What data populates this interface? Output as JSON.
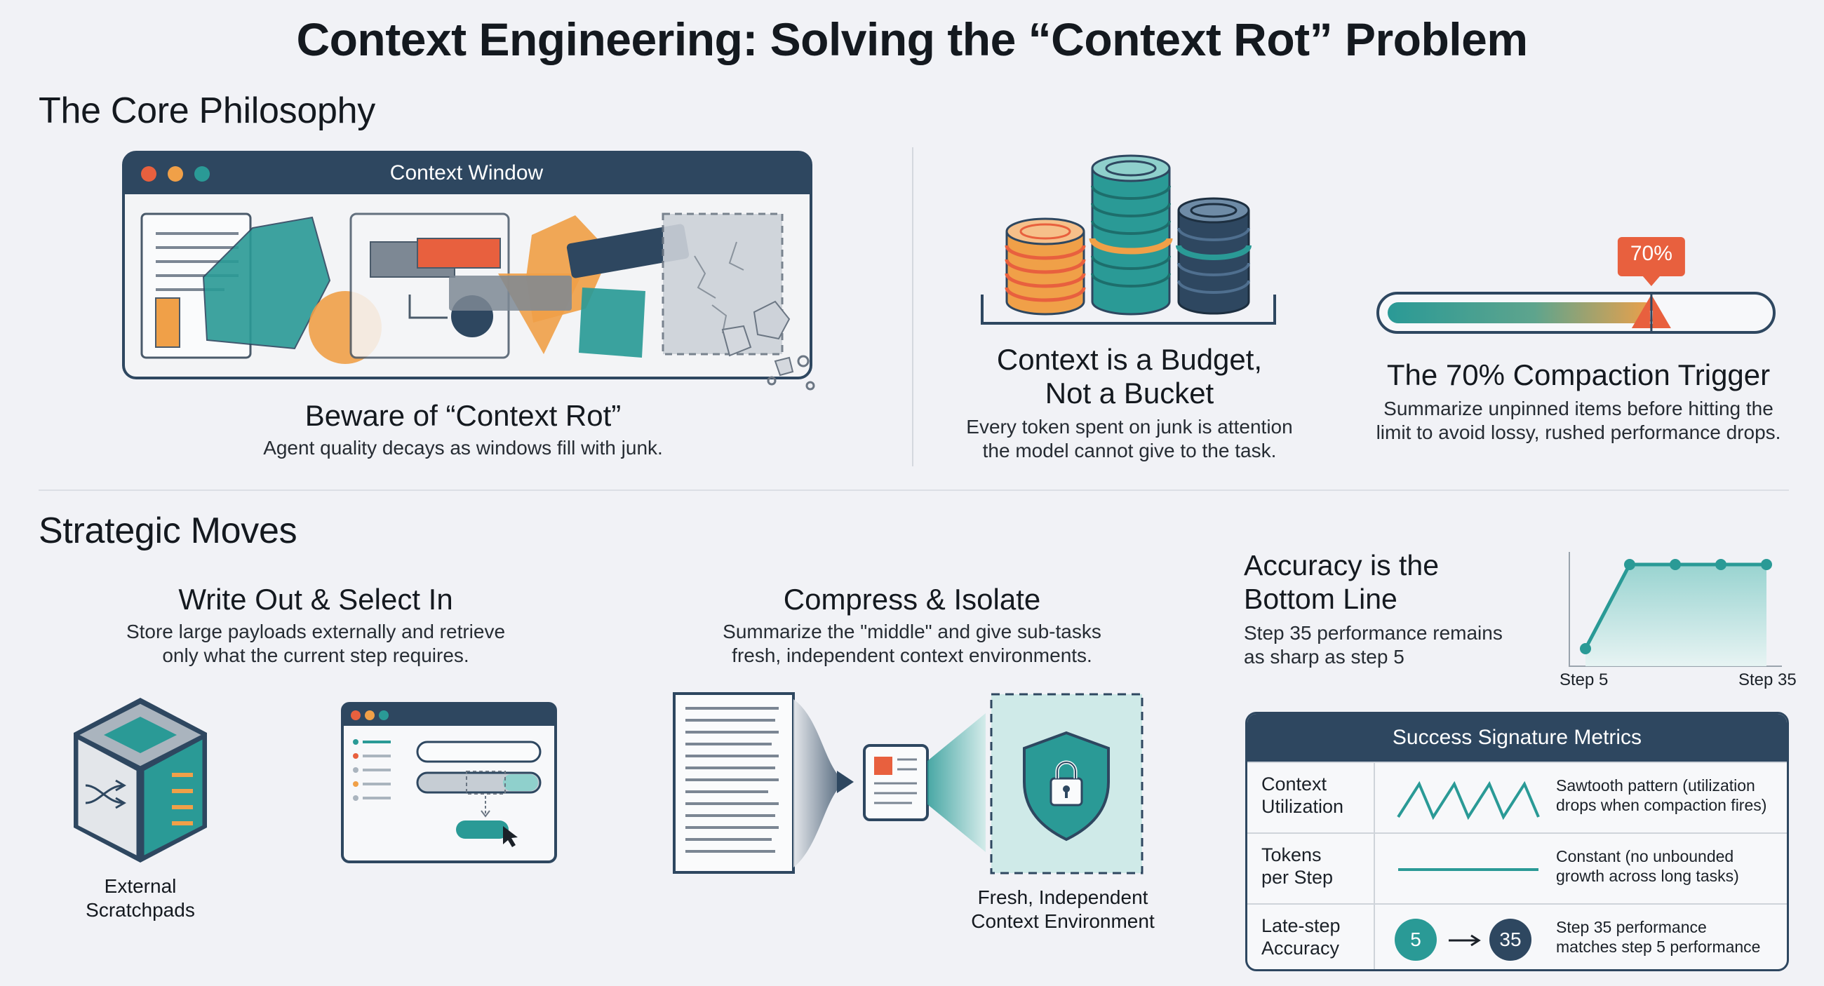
{
  "title": "Context Engineering: Solving the “Context Rot” Problem",
  "core": {
    "heading": "The Core Philosophy",
    "window": {
      "title": "Context Window",
      "caption": "Beware of “Context Rot”",
      "text": "Agent quality decays as windows fill with junk."
    },
    "budget": {
      "caption_line1": "Context is a Budget,",
      "caption_line2": "Not a Bucket",
      "text_line1": "Every token spent on junk is attention",
      "text_line2": "the model cannot give to the task."
    },
    "trigger": {
      "badge": "70%",
      "fill_fraction": 0.7,
      "caption": "The 70% Compaction Trigger",
      "text_line1": "Summarize unpinned items before hitting the",
      "text_line2": "limit to avoid lossy, rushed performance drops."
    }
  },
  "moves": {
    "heading": "Strategic Moves",
    "write": {
      "caption": "Write Out & Select In",
      "text_line1": "Store large payloads externally and retrieve",
      "text_line2": "only what the current step requires.",
      "scratch_line1": "External",
      "scratch_line2": "Scratchpads"
    },
    "compress": {
      "caption": "Compress & Isolate",
      "text_line1": "Summarize the \"middle\" and give sub-tasks",
      "text_line2": "fresh, independent context environments.",
      "env_line1": "Fresh, Independent",
      "env_line2": "Context Environment"
    },
    "accuracy": {
      "caption_line1": "Accuracy is the",
      "caption_line2": "Bottom Line",
      "text_line1": "Step 35 performance remains",
      "text_line2": "as sharp as step 5",
      "x_start": "Step 5",
      "x_end": "Step 35"
    },
    "metrics": {
      "title": "Success Signature Metrics",
      "rows": [
        {
          "label_line1": "Context",
          "label_line2": "Utilization",
          "desc_line1": "Sawtooth pattern (utilization",
          "desc_line2": "drops when compaction fires)"
        },
        {
          "label_line1": "Tokens",
          "label_line2": "per Step",
          "desc_line1": "Constant (no unbounded",
          "desc_line2": "growth across long tasks)"
        },
        {
          "label_line1": "Late-step",
          "label_line2": "Accuracy",
          "desc_line1": "Step 35 performance",
          "desc_line2": "matches step 5 performance",
          "from": "5",
          "to": "35"
        }
      ]
    }
  },
  "colors": {
    "teal": "#2a9a96",
    "navy": "#2e4760",
    "orange": "#f0a048",
    "red": "#e85c3c"
  }
}
